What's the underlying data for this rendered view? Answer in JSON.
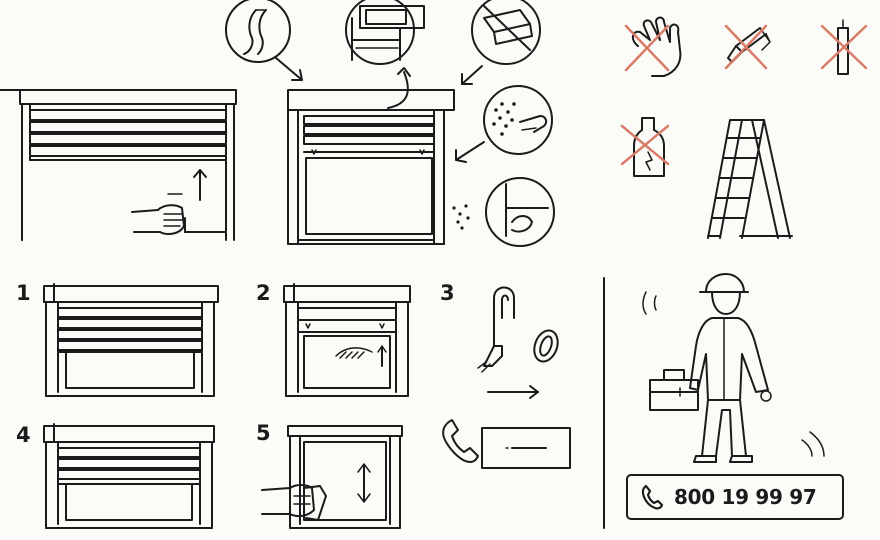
{
  "steps": [
    {
      "number": "1"
    },
    {
      "number": "2"
    },
    {
      "number": "3"
    },
    {
      "number": "4"
    },
    {
      "number": "5"
    }
  ],
  "support": {
    "phone_number": "800 19 99 97",
    "phone_icon": "phone-icon"
  },
  "prohibited_icons": [
    "no-hand-icon",
    "no-brush-icon",
    "no-scraper-icon",
    "no-chemicals-icon"
  ],
  "colors": {
    "line": "#1b1b1b",
    "prohibit": "#d97c67",
    "background": "#fbfbf8"
  }
}
